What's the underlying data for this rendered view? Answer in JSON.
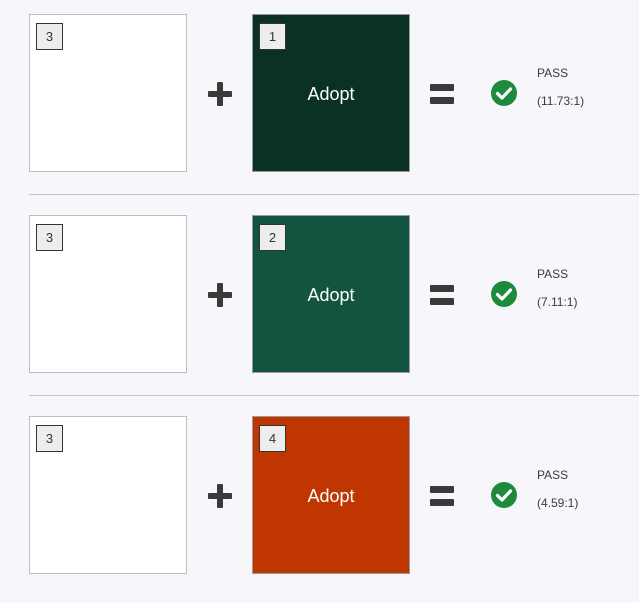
{
  "rows": [
    {
      "background": {
        "badge": "3",
        "color": "#ffffff"
      },
      "foreground": {
        "badge": "1",
        "color": "#0a3124",
        "label": "Adopt"
      },
      "result": {
        "status": "PASS",
        "ratio": "(11.73:1)"
      }
    },
    {
      "background": {
        "badge": "3",
        "color": "#ffffff"
      },
      "foreground": {
        "badge": "2",
        "color": "#135440",
        "label": "Adopt"
      },
      "result": {
        "status": "PASS",
        "ratio": "(7.11:1)"
      }
    },
    {
      "background": {
        "badge": "3",
        "color": "#ffffff"
      },
      "foreground": {
        "badge": "4",
        "color": "#bf3600",
        "label": "Adopt"
      },
      "result": {
        "status": "PASS",
        "ratio": "(4.59:1)"
      }
    }
  ],
  "icons": {
    "operator_plus": "plus-icon",
    "operator_equals": "equals-icon",
    "result": "check-circle-icon"
  },
  "colors": {
    "pass_green": "#1e8a3c",
    "operator_gray": "#3a3a3a",
    "page_background": "#f7f7fb"
  }
}
